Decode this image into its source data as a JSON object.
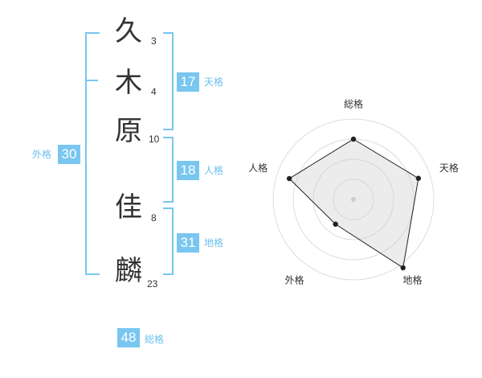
{
  "name": {
    "characters": [
      {
        "char": "久",
        "strokes": "3"
      },
      {
        "char": "木",
        "strokes": "4"
      },
      {
        "char": "原",
        "strokes": "10"
      },
      {
        "char": "佳",
        "strokes": "8"
      },
      {
        "char": "麟",
        "strokes": "23"
      }
    ]
  },
  "fortune": {
    "ten": {
      "value": "17",
      "label": "天格"
    },
    "jin": {
      "value": "18",
      "label": "人格"
    },
    "chi": {
      "value": "31",
      "label": "地格"
    },
    "gai": {
      "value": "30",
      "label": "外格"
    },
    "sou": {
      "value": "48",
      "label": "総格"
    }
  },
  "colors": {
    "accent": "#79c6f0",
    "accent_text": "#6cc0ee",
    "text": "#333333"
  },
  "chart_data": {
    "type": "radar",
    "axes": [
      "総格",
      "天格",
      "地格",
      "外格",
      "人格"
    ],
    "values": [
      0.75,
      0.85,
      1.05,
      0.38,
      0.84
    ],
    "range": [
      0,
      1
    ],
    "rings": 4,
    "grid": true
  }
}
